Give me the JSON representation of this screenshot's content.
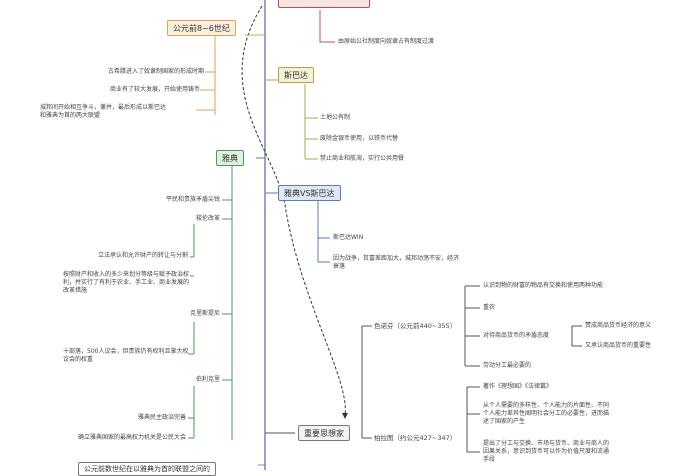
{
  "nodes": {
    "era": "公元前8~6世纪",
    "top_hidden": "",
    "sparta": "斯巴达",
    "athens": "雅典",
    "vs": "雅典VS斯巴达",
    "thinkers": "重要思想家",
    "xenophon": "色诺芬（公元前440~355）",
    "plato": "柏拉图（约公元427~347）"
  },
  "era_items": [
    "古希腊进入了奴隶制国家的形成时期",
    "商业有了较大发展，开始使用铸币",
    "城邦间开始相互争斗，兼并，最后形成以斯巴达",
    "和雅典为首的两大联盟"
  ],
  "top_item": "由原始公社制度向奴隶占有制度过渡",
  "sparta_items": [
    "土地公有制",
    "废除金银币使用，以铁币代替",
    "禁止商业和航海，实行公共用餐"
  ],
  "athens_items": [
    "平民和贵族矛盾尖锐",
    "梭伦改革",
    "立法承认和允许财产的转让与分割",
    "按照财产和收入的多少来划分等级与赋予政治权",
    "利，并实行了有利于农业、手工业、商业发展的",
    "改革措施",
    "克里斯提尼",
    "十部落，500人议会，但贵族仍有权利且掌大权",
    "议会的权重",
    "伯利克里",
    "雅典民主政治完善",
    "确立雅典国家的最高权力机关是公民大会"
  ],
  "vs_items": [
    "斯巴达WIN",
    "因为战争，贫富差距加大，城邦动荡不安，经济",
    "衰落"
  ],
  "xenophon_items": [
    "认识到物的财富的物品有交换和使用两种功能",
    "重农",
    "对待商品货币的矛盾态度",
    "赞成商品货币经济的意义",
    "又承认商品货币的重要性",
    "劳动分工最必要的"
  ],
  "plato_items": [
    "著作《理想国》《法律篇》",
    "从个人需要的多样性、个人能力的片面性、不同",
    "个人能力差异性阐明社会分工的必要性，进而描",
    "述了国家的产生",
    "提出了分工与交换、市场与货币、商业与商人的",
    "因果关系，意识到货币可以作为价值尺度和流通",
    "手段"
  ],
  "bottom_item": "公元前数世纪在以雅典为首的联盟之间的"
}
